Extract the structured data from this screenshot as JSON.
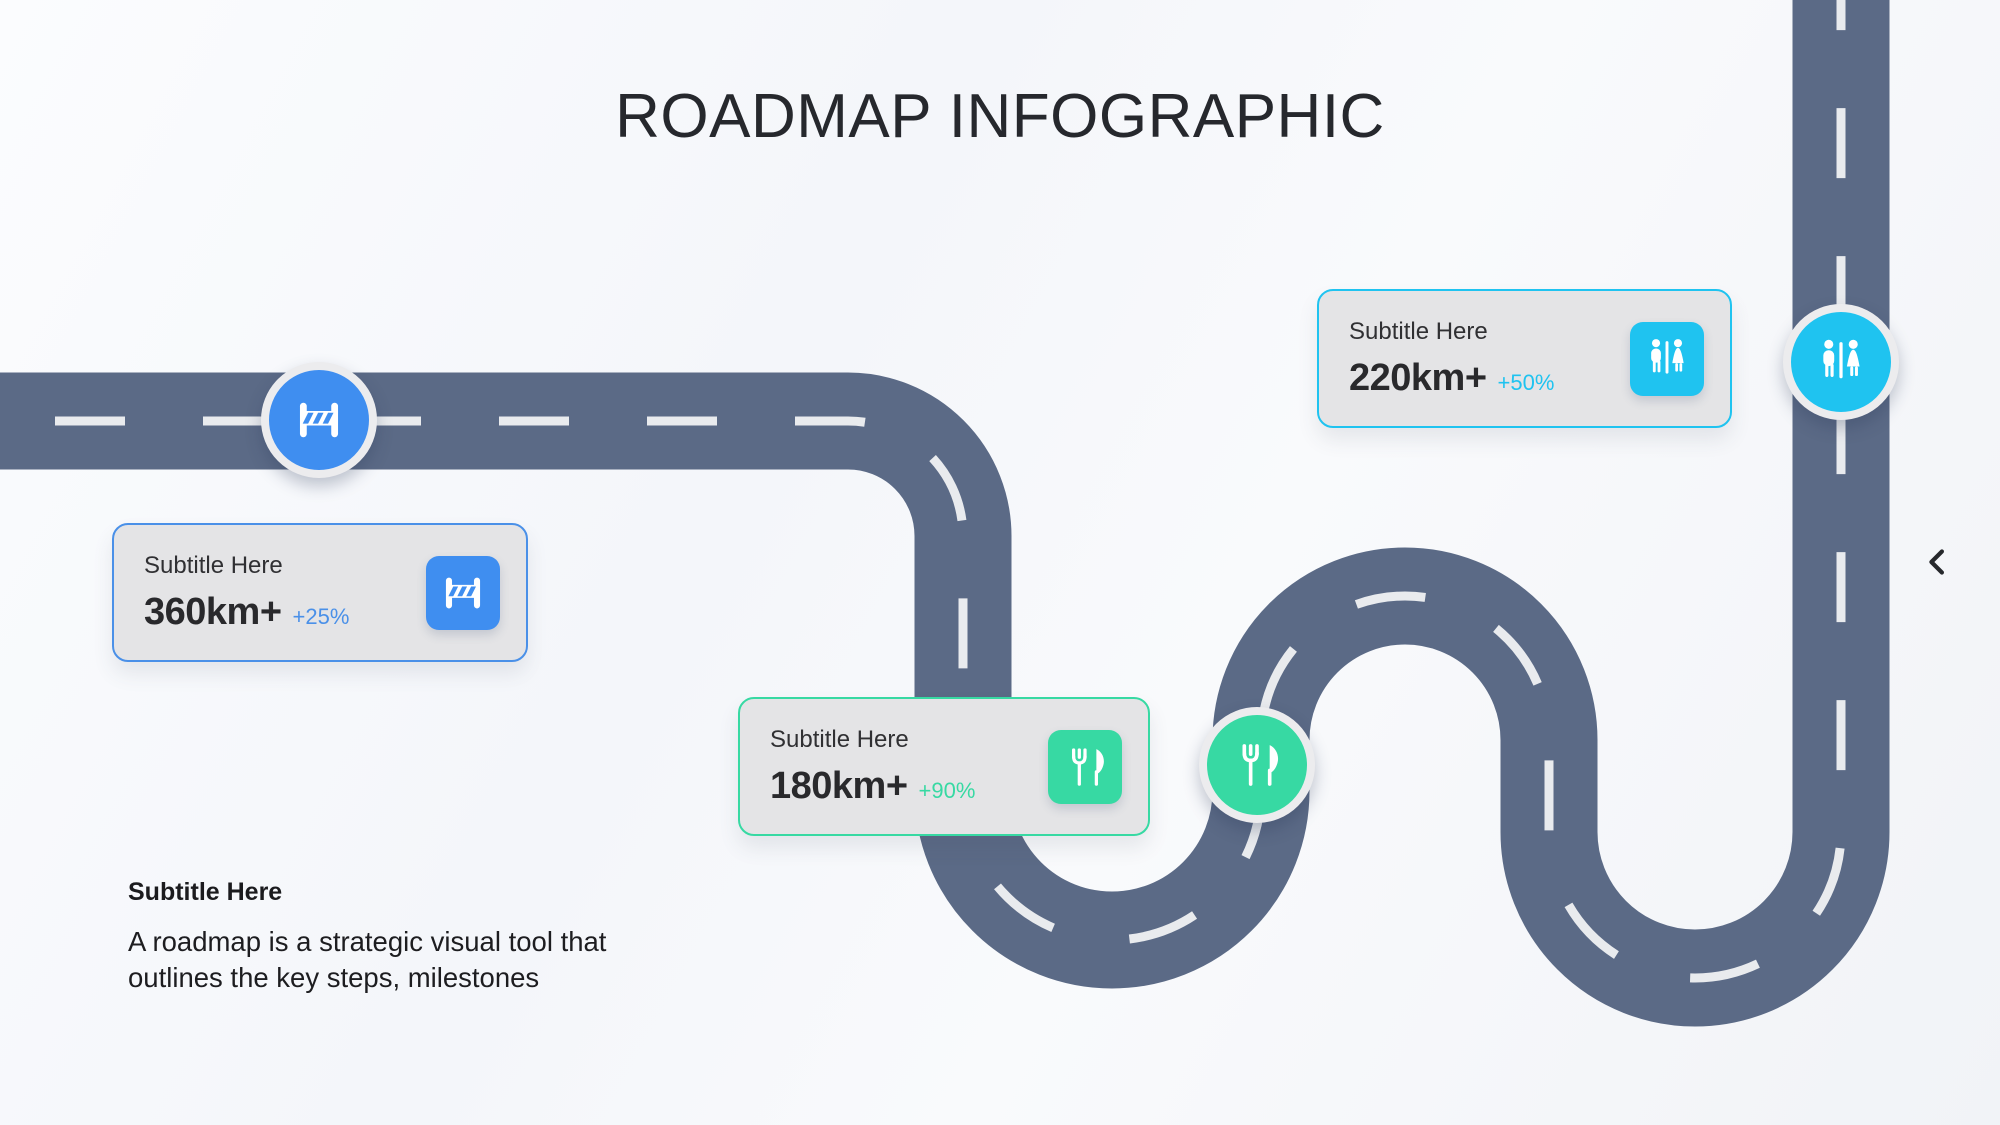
{
  "title": "ROADMAP INFOGRAPHIC",
  "milestones": [
    {
      "subtitle": "Subtitle Here",
      "value": "360km+",
      "delta": "+25%",
      "accent": "#4a90e8",
      "icon_bg": "#3f8ef0",
      "icon": "barrier-icon"
    },
    {
      "subtitle": "Subtitle Here",
      "value": "180km+",
      "delta": "+90%",
      "accent": "#37d9a3",
      "icon_bg": "#37d9a3",
      "icon": "restaurant-icon"
    },
    {
      "subtitle": "Subtitle Here",
      "value": "220km+",
      "delta": "+50%",
      "accent": "#1fc3f0",
      "icon_bg": "#1fc3f0",
      "icon": "restroom-icon"
    }
  ],
  "footer": {
    "heading": "Subtitle Here",
    "description": "A roadmap is a strategic visual tool that outlines the key steps, milestones"
  },
  "road": {
    "color": "#5b6a86",
    "dash_color": "#e9ebee"
  },
  "nav": {
    "back_icon": "chevron-left-icon"
  }
}
